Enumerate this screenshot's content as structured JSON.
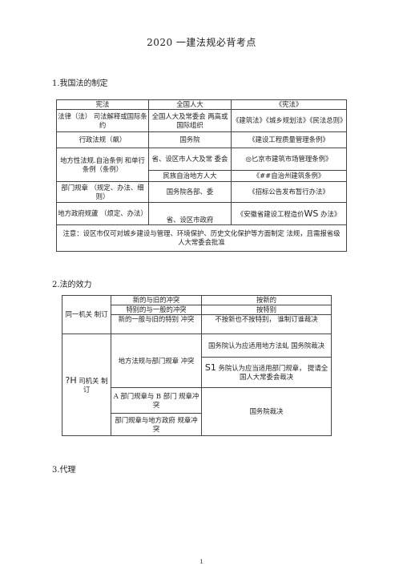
{
  "title": "2020 一建法规必背考点",
  "section1": {
    "heading": "1.我国法的制定"
  },
  "table1": {
    "rows": [
      [
        "宪法",
        "全国人大",
        "《宪法》"
      ],
      [
        "法律（法） 司法解释或国际条约",
        "全国人大及常委会 两高或国际组织",
        "《建筑法》《城乡规划法》《民法总则》"
      ],
      [
        "行政法规（飙）",
        "国务院",
        "《建设工程质量管理条例》"
      ],
      [
        "地方性法规.自治条例 和单行条例（条例）",
        "省、设区市人大及常 委会",
        "◎匕京市建筑市场管理条例》"
      ],
      [
        "",
        "民族自治地方人大",
        "《##自治州建筑条例》"
      ],
      [
        "部门规章 （规定、办法、细则）",
        "国务院各部、委",
        "《招标公告发布暂行办法》"
      ],
      [
        "地方政府规蘆 （烦定、办法）",
        "省、设区市政府",
        "《安徽省建设工程造价",
        "WS",
        " 办法》"
      ]
    ],
    "note": "注意：设区市仅可对城乡建设与管理、环境保护、历史文化保护等方面制定 法规，且需报省级人大常委会批准"
  },
  "section2": {
    "heading": "2.法的效力"
  },
  "table2": {
    "group1_label": "同一机关 制订",
    "group1_rows": [
      [
        "新的与旧的冲突",
        "按新的"
      ],
      [
        "特别的与一般的冲突",
        "按特别"
      ],
      [
        "新的一般与旧的特别 冲突",
        "不按新也不按特别， 谁制订谁裁决"
      ]
    ],
    "group2_label_prefix": "?H",
    "group2_label": " 司机关 制订",
    "group2_conflict": "地方法规与部门规章 冲突",
    "group2_res1": "国务院认为应适用地方法虬 国务院裁决",
    "group2_res2_prefix": "S1",
    "group2_res2": " 务院认为应当适用部门规章， 提请全国人大常委会裁决",
    "group2_row3": "A 部门规章与 B 部门 规章冲突",
    "group2_row4": "部门规章与地方政府 规章冲突",
    "group2_res3": "国务院裁决"
  },
  "section3": {
    "heading": "3.代理"
  },
  "page_number": "1"
}
